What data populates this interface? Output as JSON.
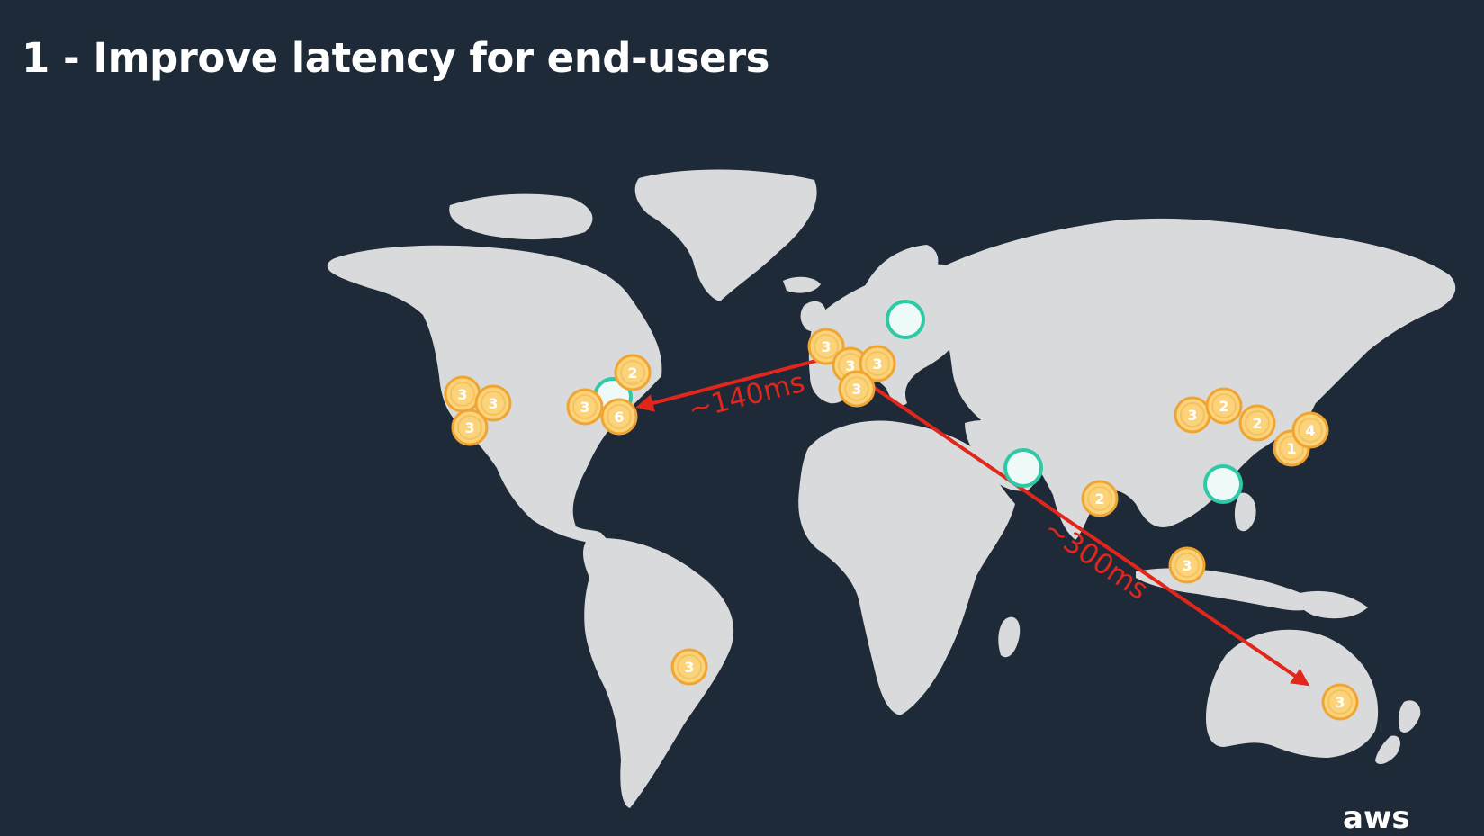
{
  "title": "1 - Improve latency for end-users",
  "logo_text": "aws",
  "colors": {
    "background": "#1f2a38",
    "land": "#d9dadb",
    "marker_fill": "#fbd37b",
    "marker_stroke": "#f0a533",
    "marker_text": "#ffffff",
    "region_fill": "#eefaf7",
    "region_stroke": "#2ec9a5",
    "arrow": "#e1261c"
  },
  "edge_markers": [
    {
      "id": "us-west-1",
      "value": "3"
    },
    {
      "id": "us-west-2",
      "value": "3"
    },
    {
      "id": "us-west-3",
      "value": "3"
    },
    {
      "id": "us-east-a",
      "value": "2"
    },
    {
      "id": "us-east-b",
      "value": "3"
    },
    {
      "id": "us-east-c",
      "value": "6"
    },
    {
      "id": "europe-a",
      "value": "3"
    },
    {
      "id": "europe-b",
      "value": "3"
    },
    {
      "id": "europe-c",
      "value": "3"
    },
    {
      "id": "europe-d",
      "value": "3"
    },
    {
      "id": "india",
      "value": "2"
    },
    {
      "id": "china-a",
      "value": "3"
    },
    {
      "id": "china-b",
      "value": "2"
    },
    {
      "id": "korea",
      "value": "2"
    },
    {
      "id": "japan-a",
      "value": "1"
    },
    {
      "id": "japan-b",
      "value": "4"
    },
    {
      "id": "singapore",
      "value": "3"
    },
    {
      "id": "brazil",
      "value": "3"
    },
    {
      "id": "australia",
      "value": "3"
    }
  ],
  "regions": [
    {
      "id": "us-east"
    },
    {
      "id": "stockholm"
    },
    {
      "id": "middle-east"
    },
    {
      "id": "hong-kong"
    }
  ],
  "latencies": [
    {
      "id": "europe-to-us-east",
      "label": "~140ms"
    },
    {
      "id": "europe-to-australia",
      "label": "~300ms"
    }
  ]
}
